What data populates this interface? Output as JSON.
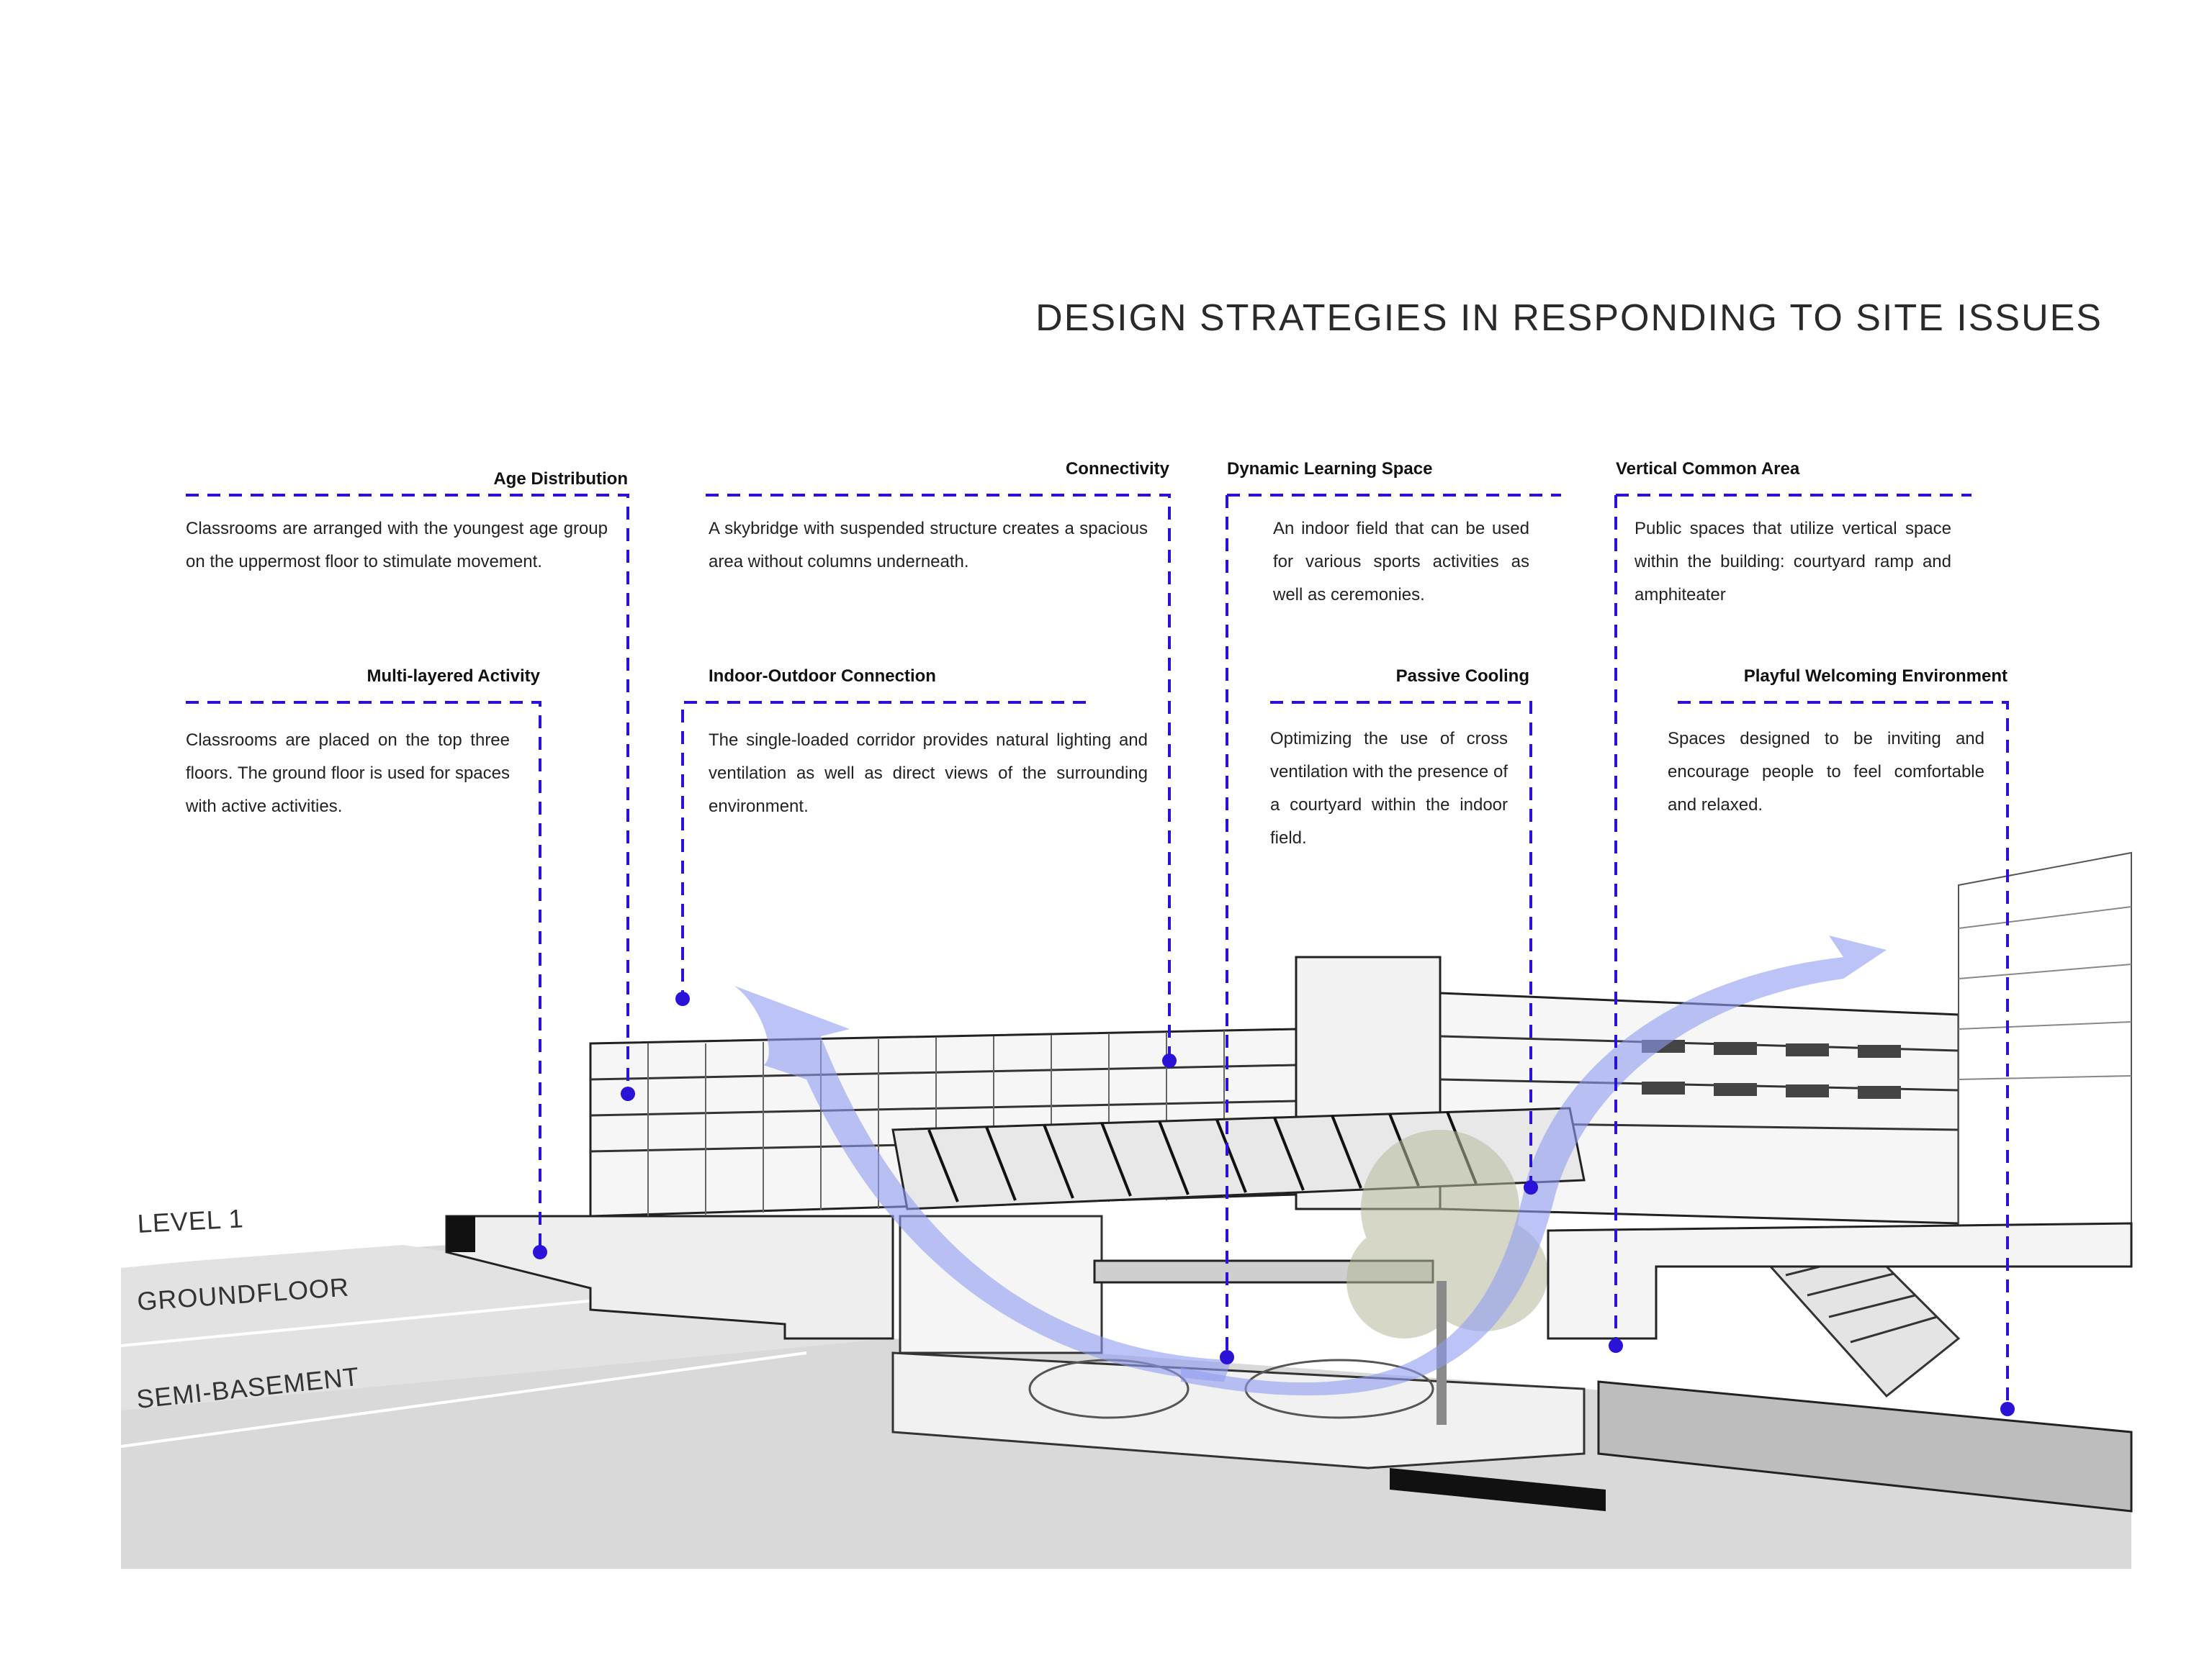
{
  "title": "DESIGN STRATEGIES IN RESPONDING TO SITE ISSUES",
  "colors": {
    "callout": "#2a12d6",
    "arrow": "#8f9cf2",
    "ground": "#d8d8d8"
  },
  "callouts": [
    {
      "id": "age",
      "title": "Age Distribution",
      "text": "Classrooms are arranged with the youngest age group on the uppermost floor to stimulate movement."
    },
    {
      "id": "connectivity",
      "title": "Connectivity",
      "text": "A skybridge with suspended structure creates a spacious area without columns underneath."
    },
    {
      "id": "dynamic",
      "title": "Dynamic Learning Space",
      "text": "An indoor field that can be used for various sports activities as well as ceremonies."
    },
    {
      "id": "vertical",
      "title": "Vertical Common Area",
      "text": "Public spaces that utilize vertical space within the building: courtyard ramp and amphiteater"
    },
    {
      "id": "multilayer",
      "title": "Multi-layered Activity",
      "text": "Classrooms are placed on the top three floors. The ground floor is used for spaces with active activities."
    },
    {
      "id": "indoor",
      "title": "Indoor-Outdoor Connection",
      "text": "The single-loaded corridor provides natural lighting and ventilation as well as direct views of the surrounding environment."
    },
    {
      "id": "passive",
      "title": "Passive Cooling",
      "text": "Optimizing the use of cross ventilation with the presence of a courtyard within the indoor field."
    },
    {
      "id": "playful",
      "title": "Playful Welcoming Environment",
      "text": "Spaces designed to be inviting and encourage people to feel comfortable and relaxed."
    }
  ],
  "levels": [
    "LEVEL 1",
    "GROUNDFLOOR",
    "SEMI-BASEMENT"
  ]
}
